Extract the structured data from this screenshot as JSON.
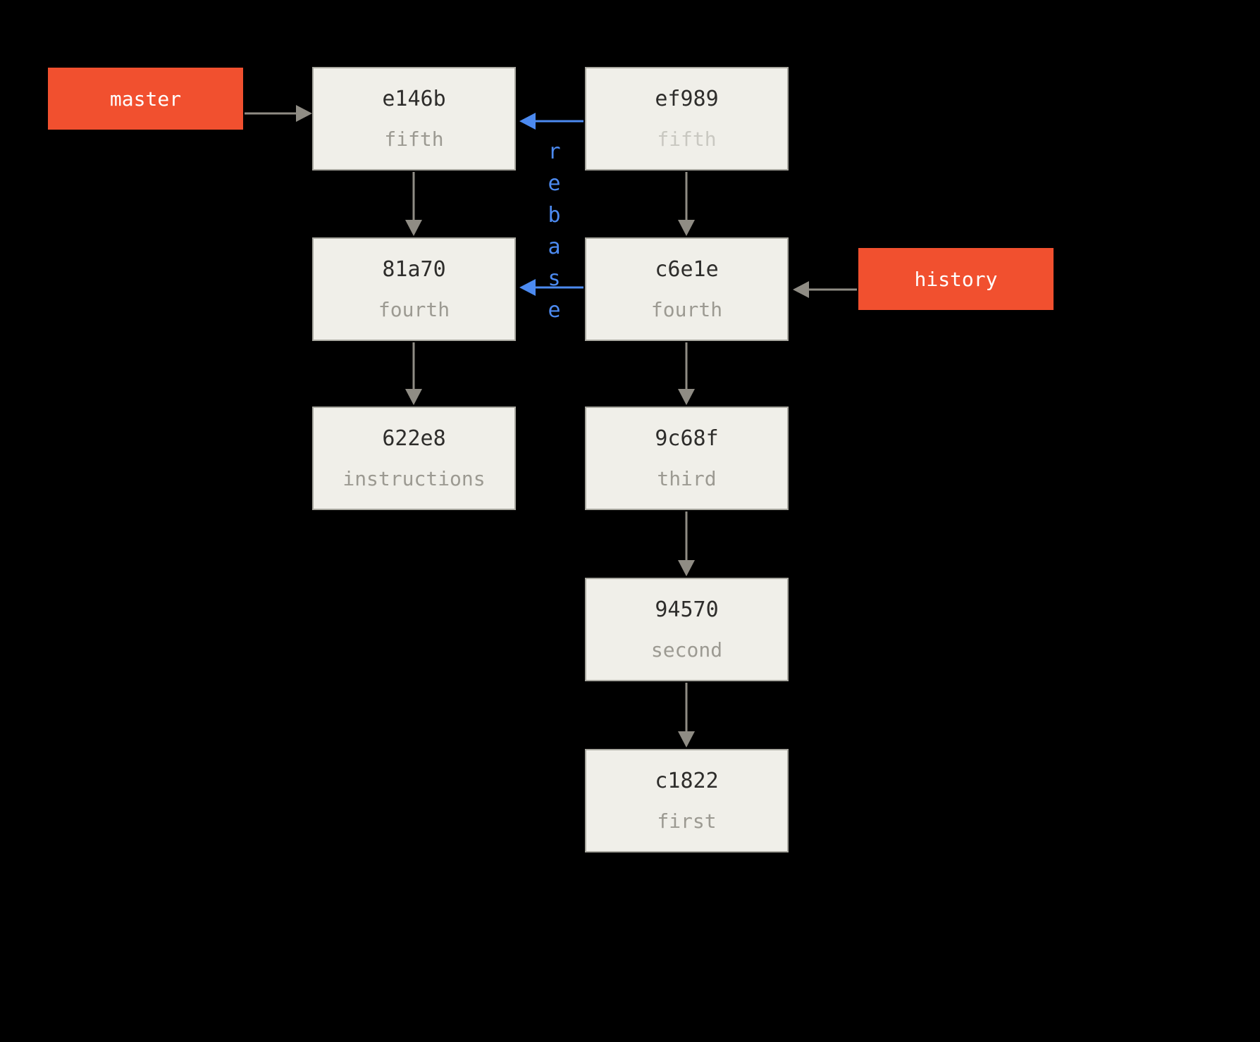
{
  "diagram": {
    "title": "git rebase commit graph",
    "colors": {
      "background": "#000000",
      "node_fill": "#f0efe9",
      "node_border": "#a9a8a0",
      "commit_id_text": "#2e2d2b",
      "commit_message_text": "#9c9a92",
      "commit_message_faded": "#c9c8c1",
      "branch_label_bg": "#f1502f",
      "branch_label_text": "#ffffff",
      "arrow": "#8f8c84",
      "rebase_accent": "#4c8af0"
    },
    "branches": [
      {
        "label": "master"
      },
      {
        "label": "history"
      }
    ],
    "nodes": [
      {
        "id": "e146b",
        "message": "fifth"
      },
      {
        "id": "ef989",
        "message": "fifth"
      },
      {
        "id": "81a70",
        "message": "fourth"
      },
      {
        "id": "c6e1e",
        "message": "fourth"
      },
      {
        "id": "622e8",
        "message": "instructions"
      },
      {
        "id": "9c68f",
        "message": "third"
      },
      {
        "id": "94570",
        "message": "second"
      },
      {
        "id": "c1822",
        "message": "first"
      }
    ],
    "rebase_label": "rebase"
  }
}
